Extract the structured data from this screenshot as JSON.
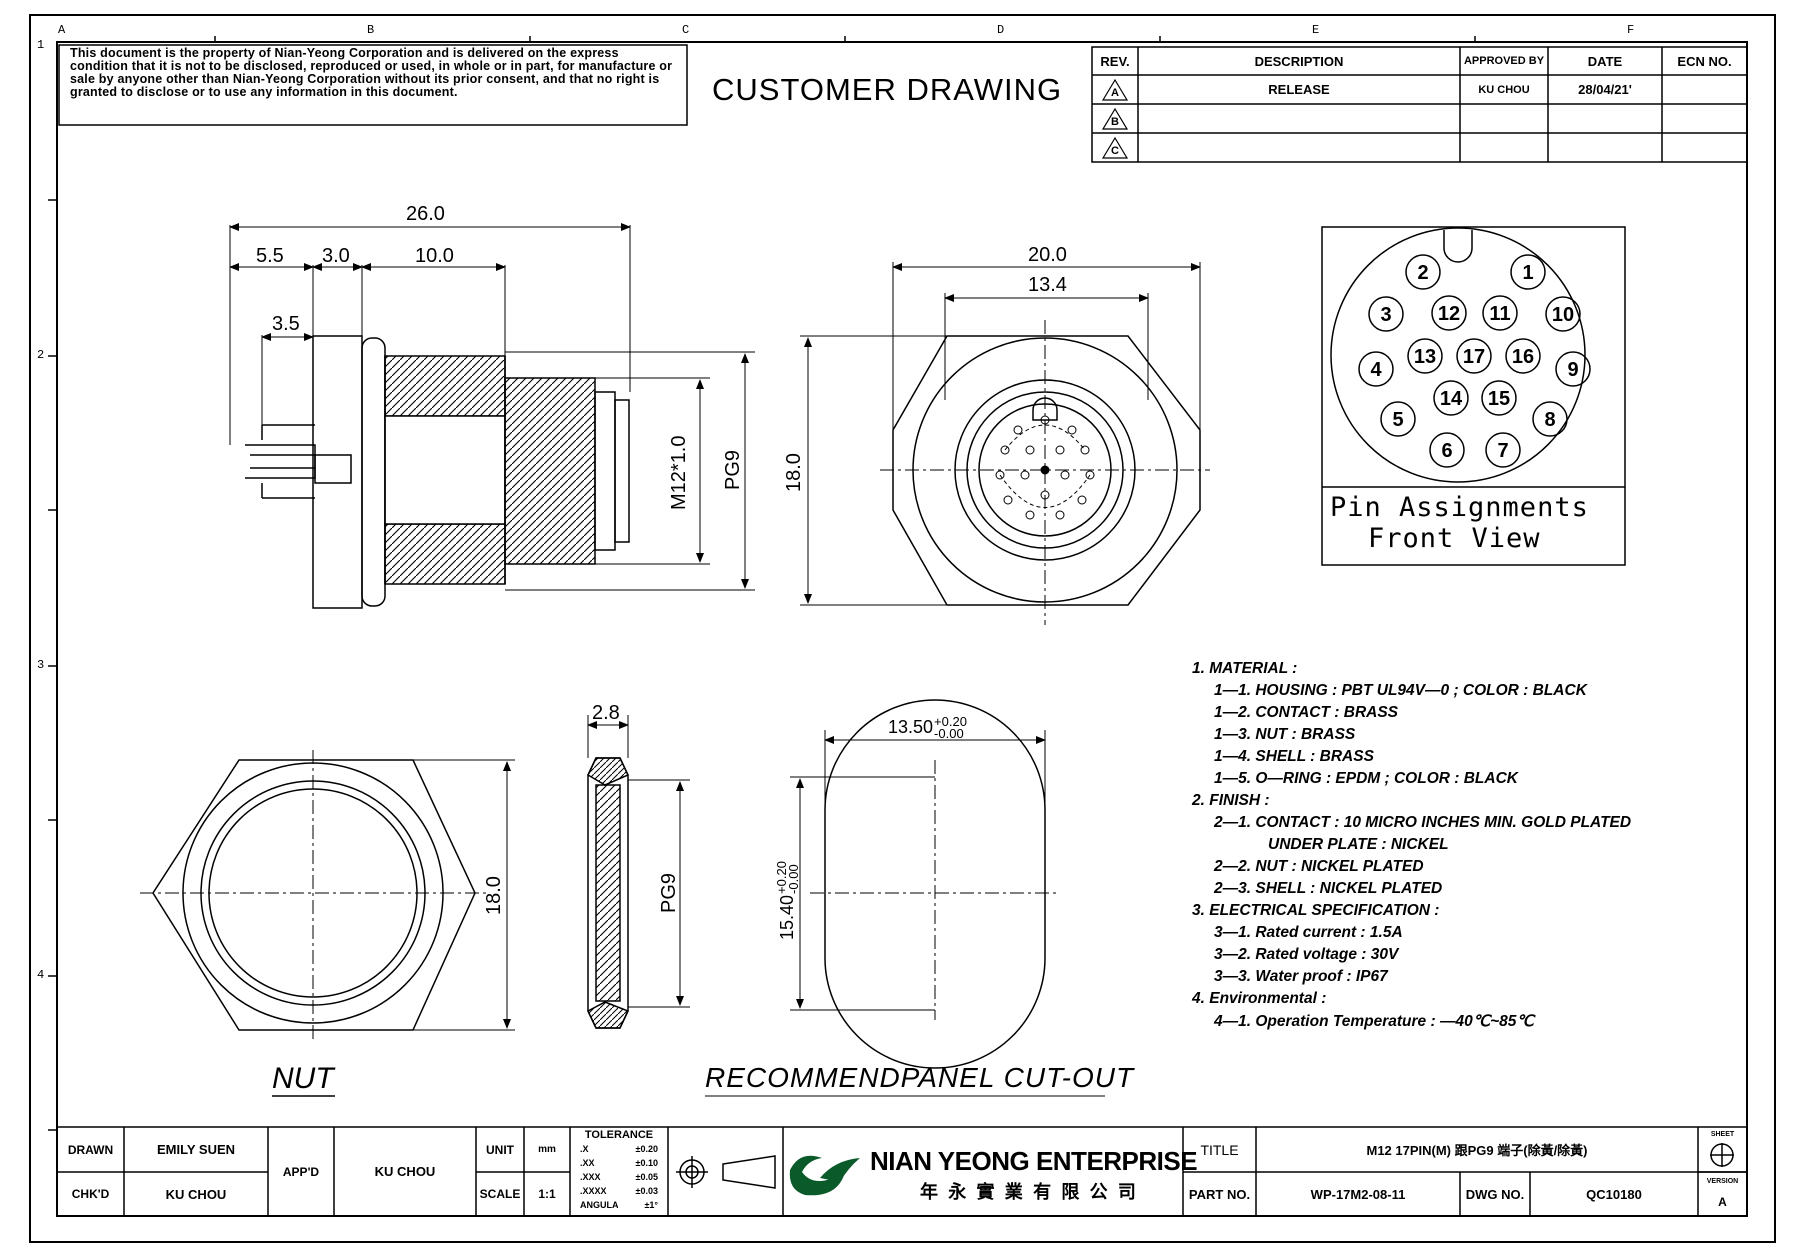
{
  "zone_columns": [
    "A",
    "B",
    "C",
    "D",
    "E",
    "F"
  ],
  "zone_rows": [
    "1",
    "2",
    "3",
    "4"
  ],
  "notice": "This document is the property of Nian-Yeong Corporation and is delivered on the express condition that it is not to be disclosed, reproduced or used, in whole or in part, for manufacture or sale by anyone other than Nian-Yeong Corporation without its prior consent, and that no right is granted to disclose or to use any information in this document.",
  "drawing_title": "CUSTOMER  DRAWING",
  "revision_table": {
    "headers": [
      "REV.",
      "DESCRIPTION",
      "APPROVED BY",
      "DATE",
      "ECN NO."
    ],
    "rows": [
      {
        "rev": "A",
        "description": "RELEASE",
        "approved_by": "KU CHOU",
        "date": "28/04/21'",
        "ecn": ""
      },
      {
        "rev": "B",
        "description": "",
        "approved_by": "",
        "date": "",
        "ecn": ""
      },
      {
        "rev": "C",
        "description": "",
        "approved_by": "",
        "date": "",
        "ecn": ""
      }
    ]
  },
  "side_view": {
    "dims": [
      "26.0",
      "5.5",
      "3.0",
      "10.0",
      "3.5",
      "M12*1.0",
      "PG9"
    ]
  },
  "front_view": {
    "dims": [
      "20.0",
      "13.4",
      "18.0"
    ]
  },
  "pin_assignments": {
    "title_line1": "Pin Assignments",
    "title_line2": "Front View",
    "pins": [
      "1",
      "2",
      "3",
      "4",
      "5",
      "6",
      "7",
      "8",
      "9",
      "10",
      "11",
      "12",
      "13",
      "14",
      "15",
      "16",
      "17"
    ]
  },
  "nut_view": {
    "label": "NUT",
    "dims": [
      "18.0",
      "2.8",
      "PG9"
    ]
  },
  "cutout_view": {
    "label": "RECOMMENDPANEL  CUT-OUT",
    "width": "13.50",
    "width_tol_plus": "+0.20",
    "width_tol_minus": "-0.00",
    "height": "15.40",
    "height_tol_plus": "+0.20",
    "height_tol_minus": "-0.00"
  },
  "notes": [
    "1.  MATERIAL  :",
    "1—1.  HOUSING  :  PBT  UL94V—0  ;  COLOR  :  BLACK",
    "1—2.  CONTACT  :  BRASS",
    "1—3.  NUT  :  BRASS",
    "1—4.  SHELL  :  BRASS",
    "1—5.  O—RING  :  EPDM  ;  COLOR  :  BLACK",
    "2.  FINISH  :",
    "2—1.  CONTACT  :  10  MICRO  INCHES  MIN.  GOLD  PLATED",
    "UNDER  PLATE  :  NICKEL",
    "2—2.  NUT  :  NICKEL  PLATED",
    "2—3.  SHELL  :  NICKEL  PLATED",
    "3.  ELECTRICAL  SPECIFICATION  :",
    "3—1.  Rated  current  :  1.5A",
    "3—2.  Rated  voltage  :  30V",
    "3—3.  Water  proof  :  IP67",
    "4.  Environmental  :",
    "4—1.  Operation  Temperature  :  —40℃~85℃"
  ],
  "title_block": {
    "drawn_label": "DRAWN",
    "drawn": "EMILY SUEN",
    "chkd_label": "CHK'D",
    "chkd": "KU CHOU",
    "appd_label": "APP'D",
    "appd": "KU CHOU",
    "unit_label": "UNIT",
    "unit": "mm",
    "scale_label": "SCALE",
    "scale": "1:1",
    "tolerance_label": "TOLERANCE",
    "tolerances": [
      {
        "k": ".X",
        "v": "±0.20"
      },
      {
        "k": ".XX",
        "v": "±0.10"
      },
      {
        "k": ".XXX",
        "v": "±0.05"
      },
      {
        "k": ".XXXX",
        "v": "±0.03"
      },
      {
        "k": "ANGULA",
        "v": "±1°"
      }
    ],
    "company_en": "NIAN YEONG ENTERPRISE",
    "company_cn": "年 永 實 業 有 限 公 司",
    "title_label": "TITLE",
    "title": "M12  17PIN(M)  跟PG9  端子(除黃/除黃)",
    "part_label": "PART NO.",
    "part_no": "WP-17M2-08-11",
    "dwg_label": "DWG NO.",
    "dwg_no": "QC10180",
    "sheet_label": "SHEET",
    "version_label": "VERSION",
    "version": "A"
  }
}
